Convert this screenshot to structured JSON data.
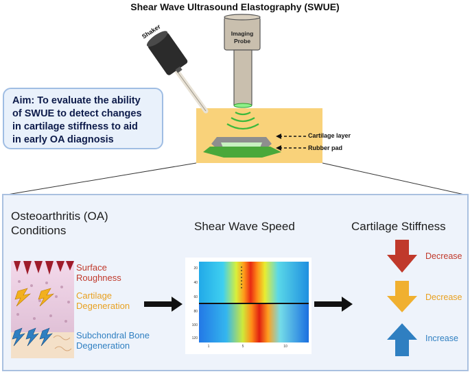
{
  "title": "Shear Wave Ultrasound Elastography (SWUE)",
  "apparatus": {
    "shaker_label": "Shaker",
    "probe_label_line1": "Imaging",
    "probe_label_line2": "Probe",
    "cartilage_layer_label": "Cartilage layer",
    "rubber_pad_label": "Rubber pad"
  },
  "aim": {
    "lines": [
      "Aim: To evaluate the ability",
      "of SWUE to detect changes",
      "in cartilage stiffness to aid",
      "in early OA diagnosis"
    ]
  },
  "conditions": {
    "heading_line1": "Osteoarthritis (OA)",
    "heading_line2": "Conditions",
    "items": [
      {
        "line1": "Surface",
        "line2": "Roughness",
        "color": "#c0392b"
      },
      {
        "line1": "Cartilage",
        "line2": "Degeneration",
        "color": "#e8a020"
      },
      {
        "line1": "Subchondral Bone",
        "line2": "Degeneration",
        "color": "#2f7fc1"
      }
    ]
  },
  "shear_wave": {
    "heading": "Shear Wave Speed",
    "y_ticks": [
      "20",
      "40",
      "60",
      "80",
      "100",
      "120"
    ],
    "x_ticks": [
      "1",
      "5",
      "10"
    ]
  },
  "stiffness": {
    "heading": "Cartilage Stiffness",
    "items": [
      {
        "label": "Decrease",
        "direction": "down",
        "color": "#c0392b"
      },
      {
        "label": "Decrease",
        "direction": "down",
        "color": "#f0b030"
      },
      {
        "label": "Increase",
        "direction": "up",
        "color": "#2f7fc1"
      }
    ]
  }
}
